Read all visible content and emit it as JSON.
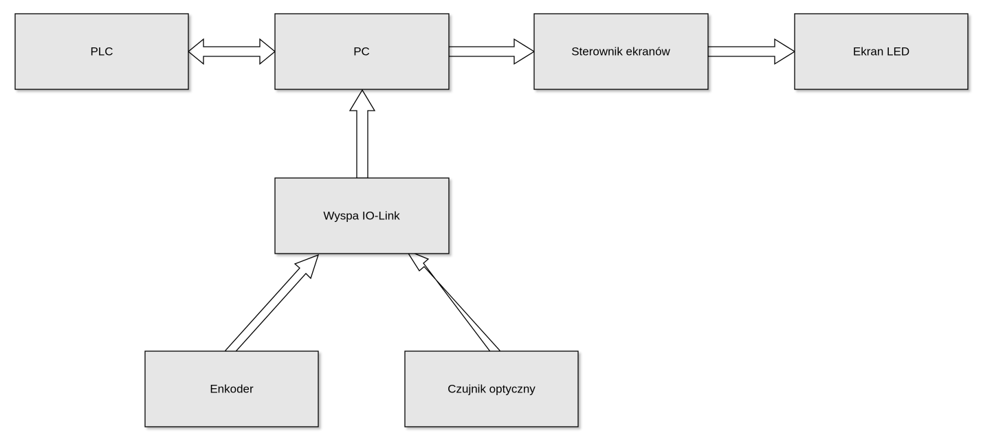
{
  "nodes": {
    "plc": "PLC",
    "pc": "PC",
    "screen_controller": "Sterownik ekranów",
    "led_screen": "Ekran LED",
    "io_link_island": "Wyspa IO-Link",
    "encoder": "Enkoder",
    "optical_sensor": "Czujnik optyczny"
  },
  "edges": [
    {
      "from": "PLC",
      "to": "PC",
      "direction": "bidirectional"
    },
    {
      "from": "PC",
      "to": "Sterownik ekranów",
      "direction": "forward"
    },
    {
      "from": "Sterownik ekranów",
      "to": "Ekran LED",
      "direction": "forward"
    },
    {
      "from": "Wyspa IO-Link",
      "to": "PC",
      "direction": "forward"
    },
    {
      "from": "Enkoder",
      "to": "Wyspa IO-Link",
      "direction": "forward"
    },
    {
      "from": "Czujnik optyczny",
      "to": "Wyspa IO-Link",
      "direction": "forward"
    }
  ],
  "colors": {
    "node_fill": "#e6e6e6",
    "node_stroke": "#000000",
    "arrow_fill": "#ffffff"
  }
}
